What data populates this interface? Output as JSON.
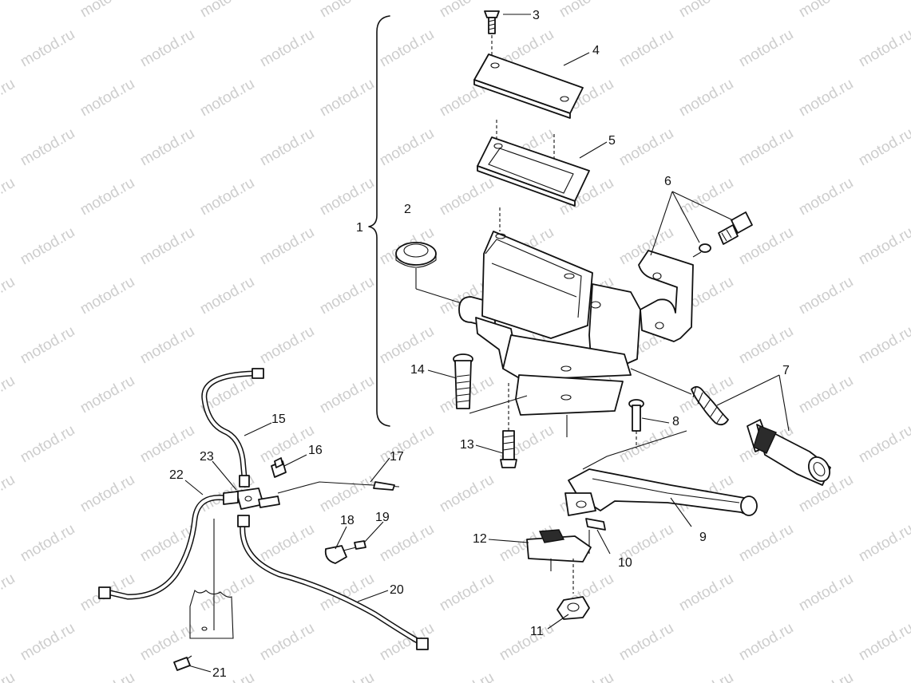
{
  "watermark": "motod.ru",
  "callouts": [
    {
      "id": "c1",
      "text": "1"
    },
    {
      "id": "c2",
      "text": "2"
    },
    {
      "id": "c3",
      "text": "3"
    },
    {
      "id": "c4",
      "text": "4"
    },
    {
      "id": "c5",
      "text": "5"
    },
    {
      "id": "c6",
      "text": "6"
    },
    {
      "id": "c7",
      "text": "7"
    },
    {
      "id": "c8",
      "text": "8"
    },
    {
      "id": "c9",
      "text": "9"
    },
    {
      "id": "c10",
      "text": "10"
    },
    {
      "id": "c11",
      "text": "11"
    },
    {
      "id": "c12",
      "text": "12"
    },
    {
      "id": "c13",
      "text": "13"
    },
    {
      "id": "c14",
      "text": "14"
    },
    {
      "id": "c15",
      "text": "15"
    },
    {
      "id": "c16",
      "text": "16"
    },
    {
      "id": "c17",
      "text": "17"
    },
    {
      "id": "c18",
      "text": "18"
    },
    {
      "id": "c19",
      "text": "19"
    },
    {
      "id": "c20",
      "text": "20"
    },
    {
      "id": "c21",
      "text": "21"
    },
    {
      "id": "c22",
      "text": "22"
    },
    {
      "id": "c23",
      "text": "23"
    }
  ]
}
